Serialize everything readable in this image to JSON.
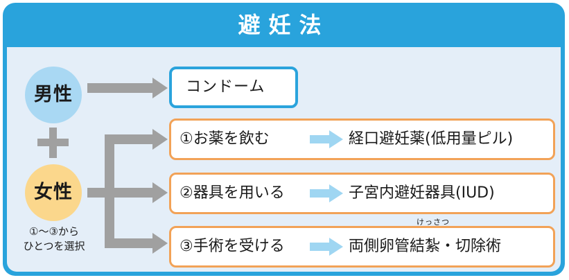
{
  "title": "避妊法",
  "male": {
    "label": "男性"
  },
  "plus": "+",
  "female": {
    "label": "女性",
    "note_line1": "①〜③から",
    "note_line2": "ひとつを選択"
  },
  "male_method": "コンドーム",
  "female_methods": [
    {
      "action": "①お薬を飲む",
      "result": "経口避妊薬(低用量ピル)"
    },
    {
      "action": "②器具を用いる",
      "result": "子宮内避妊器具(IUD)"
    },
    {
      "action": "③手術を受ける",
      "result": "両側卵管結紮・切除術",
      "ruby": "けっさつ"
    }
  ],
  "colors": {
    "frame": "#29a3dc",
    "panel": "#e4eef8",
    "male_circle": "#a9d8f3",
    "female_circle": "#fbd78c",
    "connector": "#a0a0a0",
    "method_border": "#f2a257",
    "condom_border": "#2aa3dc",
    "inner_arrow": "#9fd6f2"
  }
}
